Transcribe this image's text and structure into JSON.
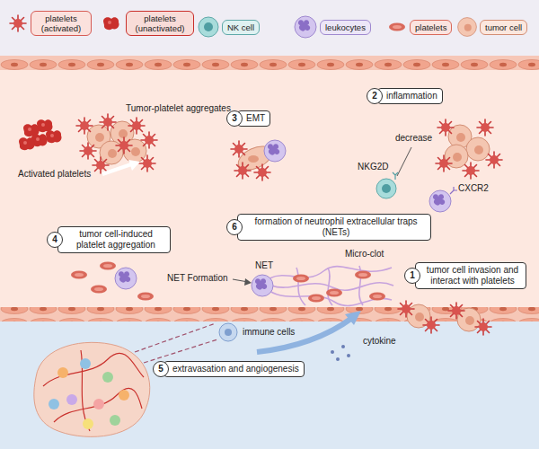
{
  "diagram": {
    "nodes": [
      {
        "text": [
          "2",
          "inflammation"
        ]
      },
      {
        "text": [
          "3",
          "EMT"
        ]
      },
      {
        "text": [
          "6",
          "formation of neutrophil extracellular traps (NETs)"
        ]
      },
      {
        "text": [
          "4",
          "tumor cell-induced platelet aggregation"
        ]
      },
      {
        "text": [
          "1",
          "tumor cell invasion and interact with platelets"
        ]
      },
      {
        "text": [
          "5",
          "extravasation and angiogenesis"
        ]
      }
    ],
    "labels": [
      "Tumor-platelet aggregates",
      "Activated platelets",
      "NKG2D",
      "decrease",
      "CXCR2",
      "NET Formation",
      "NET",
      "Micro-clot",
      "immune cells",
      "cytokine"
    ],
    "legend": [
      {
        "text": "platelets (activated)"
      },
      {
        "text": "platelets (unactivated)"
      },
      {
        "text": "NK cell"
      },
      {
        "text": "leukocytes"
      },
      {
        "text": "platelets"
      },
      {
        "text": "tumor cell"
      }
    ]
  }
}
